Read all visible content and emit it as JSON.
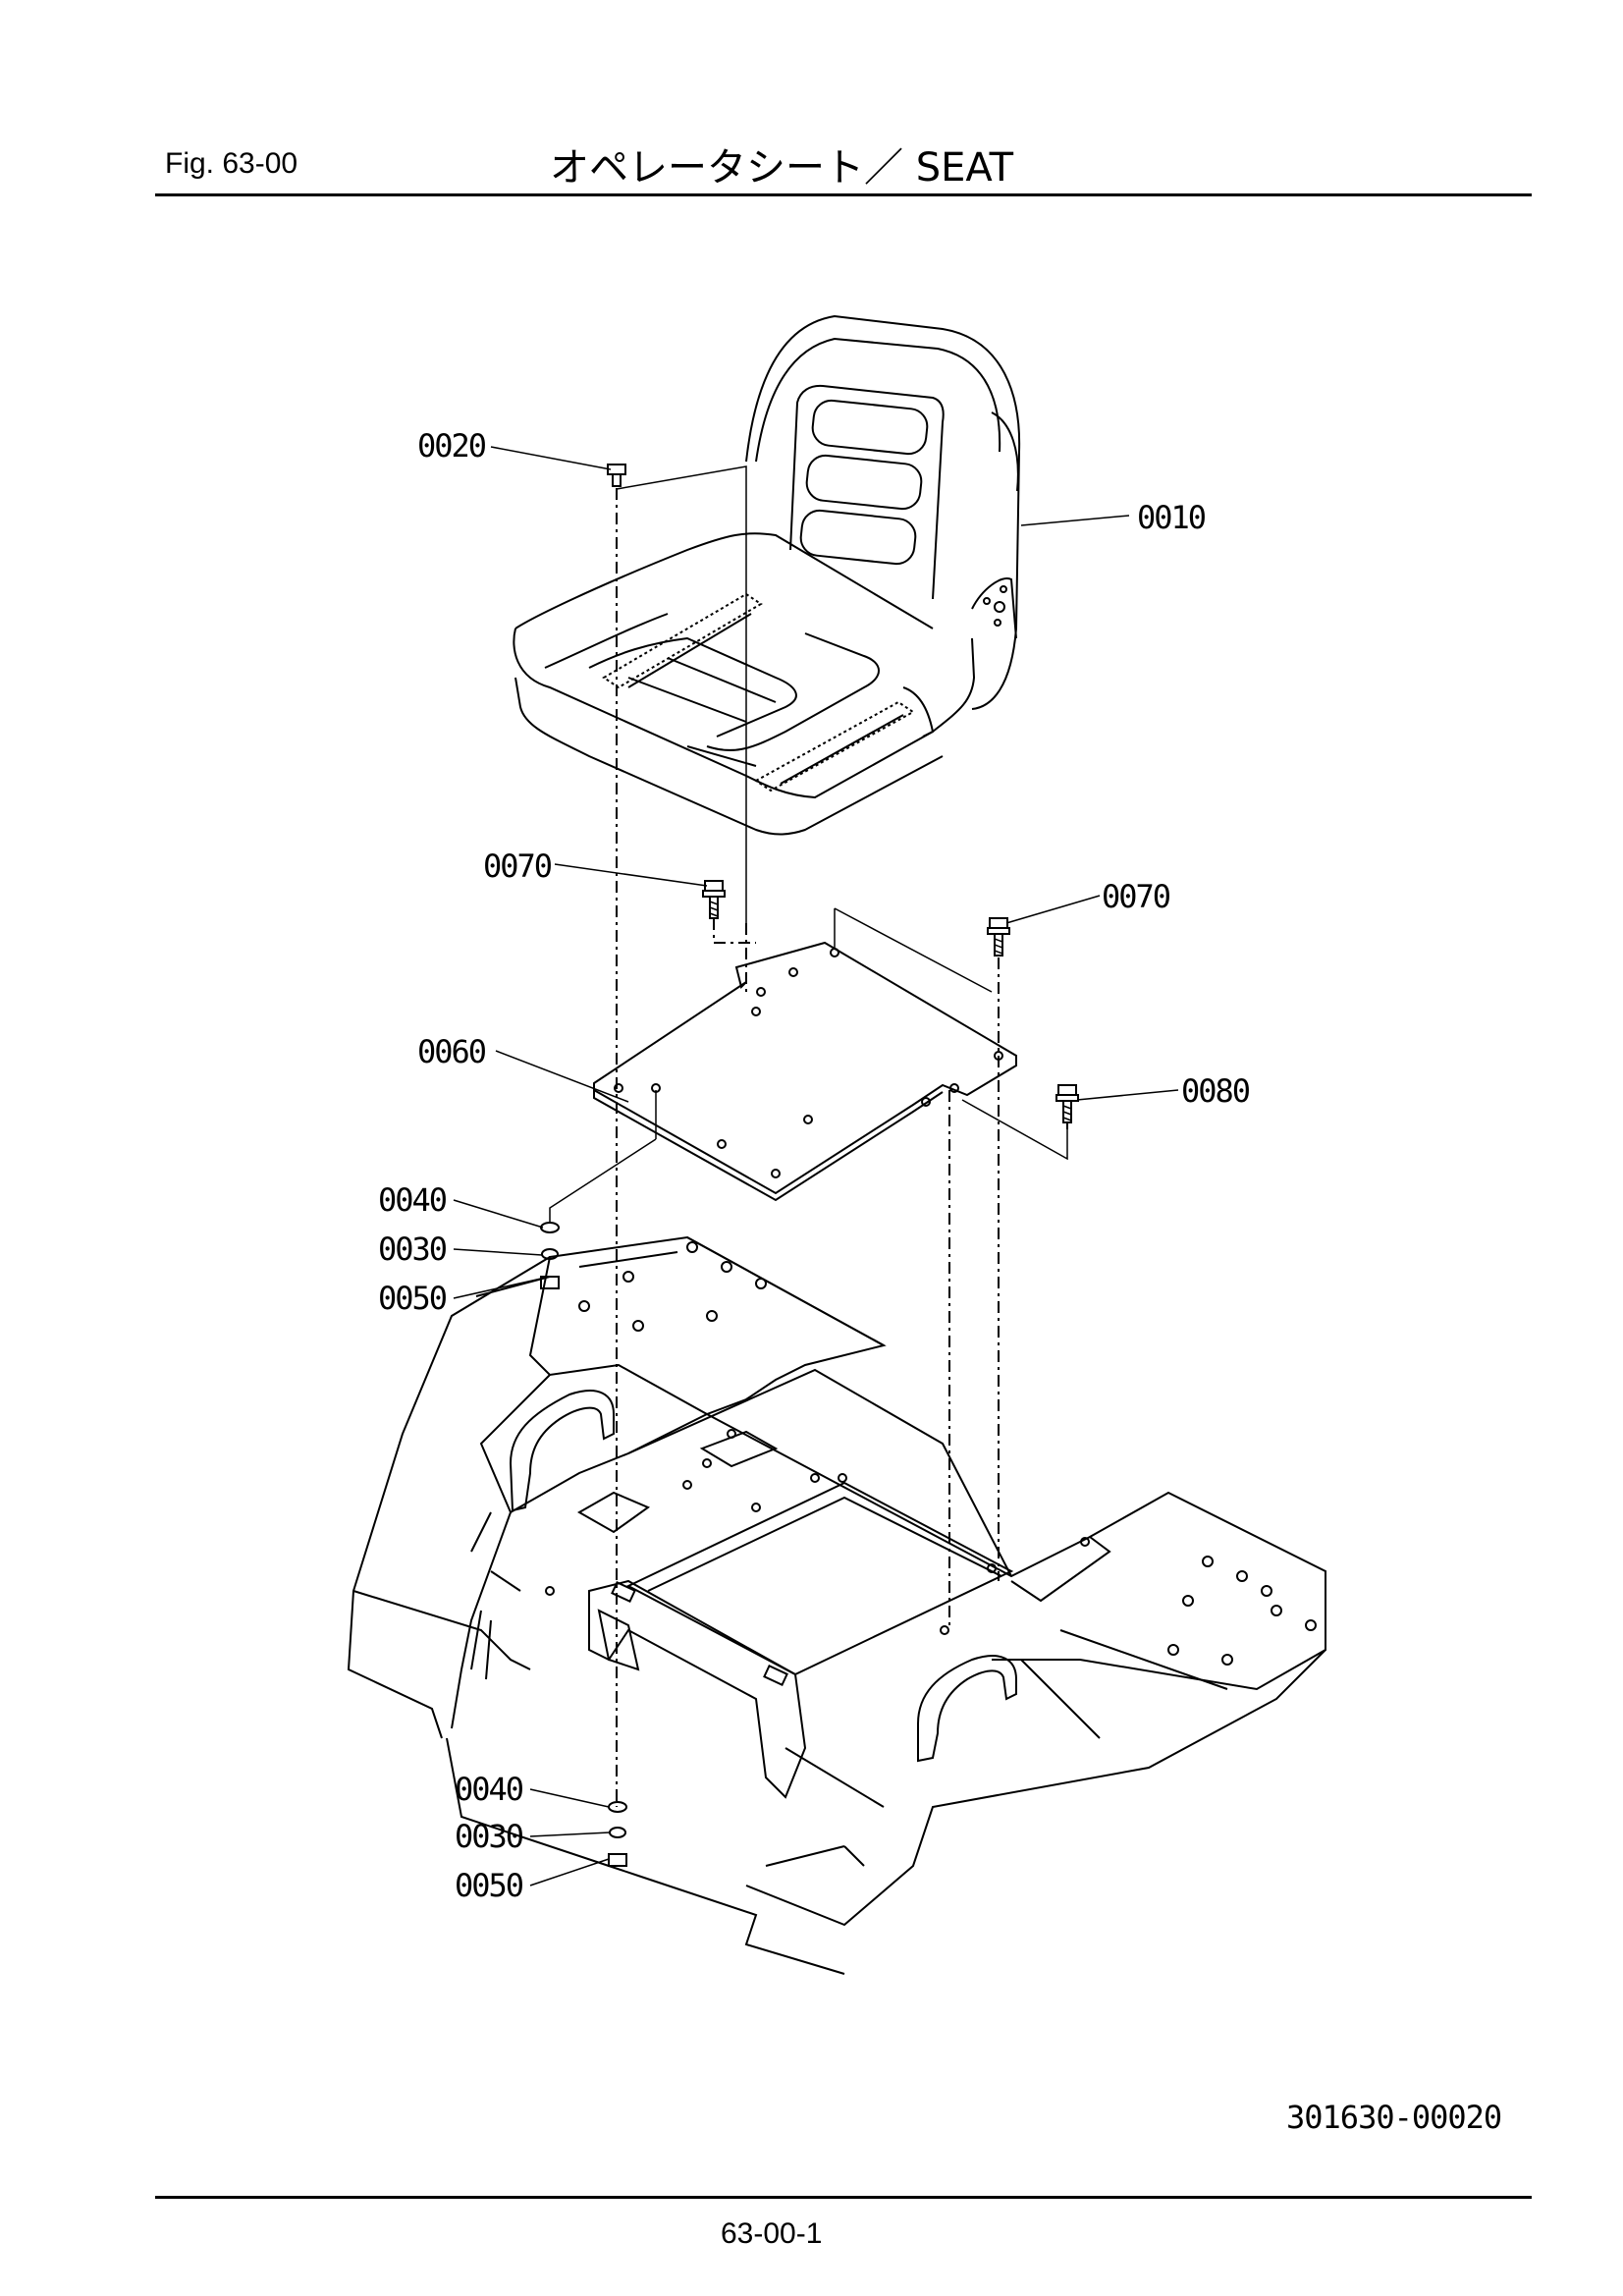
{
  "header": {
    "fig_label": "Fig.  63-00",
    "title": "オペレータシート／ SEAT"
  },
  "callouts": [
    {
      "id": "c0020",
      "label": "0020"
    },
    {
      "id": "c0010",
      "label": "0010"
    },
    {
      "id": "c0070a",
      "label": "0070"
    },
    {
      "id": "c0070b",
      "label": "0070"
    },
    {
      "id": "c0060",
      "label": "0060"
    },
    {
      "id": "c0080",
      "label": "0080"
    },
    {
      "id": "c0040a",
      "label": "0040"
    },
    {
      "id": "c0030a",
      "label": "0030"
    },
    {
      "id": "c0050a",
      "label": "0050"
    },
    {
      "id": "c0040b",
      "label": "0040"
    },
    {
      "id": "c0030b",
      "label": "0030"
    },
    {
      "id": "c0050b",
      "label": "0050"
    }
  ],
  "footer": {
    "drawing_number": "301630-00020",
    "page_number": "63-00-1"
  }
}
